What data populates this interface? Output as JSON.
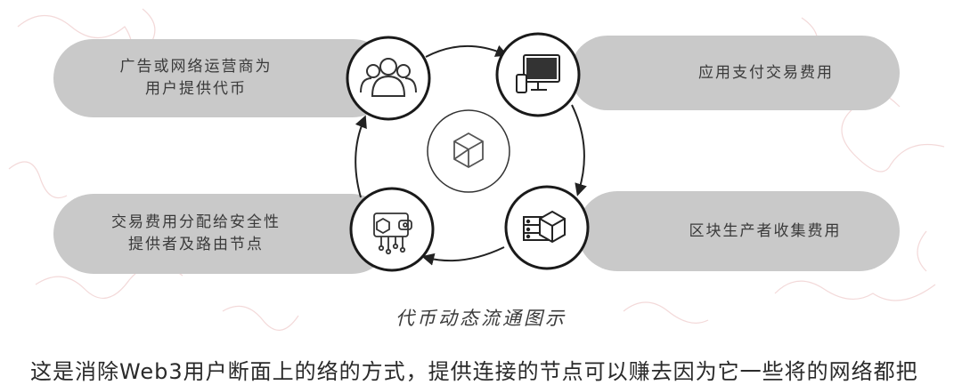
{
  "diagram": {
    "nodes": [
      {
        "id": "users",
        "icon": "users-group-icon",
        "label_lines": [
          "广告或网络运营商为",
          "用户提供代币"
        ]
      },
      {
        "id": "devices",
        "icon": "monitor-phone-icon",
        "label_lines": [
          "应用支付交易费用"
        ]
      },
      {
        "id": "producer",
        "icon": "server-cube-icon",
        "label_lines": [
          "区块生产者收集费用"
        ]
      },
      {
        "id": "wallet",
        "icon": "wallet-circuit-icon",
        "label_lines": [
          "交易费用分配给安全性",
          "提供者及路由节点"
        ]
      }
    ],
    "center_icon": "cube-icon",
    "caption": "代币动态流通图示"
  },
  "body_text": "这是消除Web3用户断面上的络的方式，提供连接的节点可以赚去因为它一些将的网络都把"
}
